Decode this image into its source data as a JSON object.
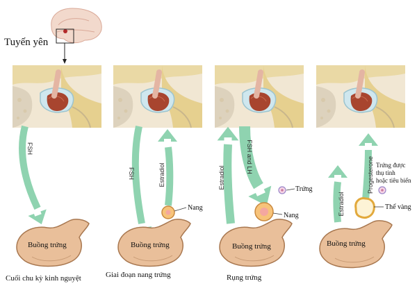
{
  "header": {
    "pituitary_label": "Tuyến yên"
  },
  "panels": [
    {
      "hormones": [
        "FSH"
      ],
      "ovary_label": "Buồng trứng",
      "caption": "Cuối chu kỳ kinh nguyệt",
      "notes": []
    },
    {
      "hormones": [
        "FSH",
        "Estradiol"
      ],
      "ovary_label": "Buồng trứng",
      "caption": "Giai đoạn nang trứng",
      "notes": [
        "Nang"
      ]
    },
    {
      "hormones": [
        "Estradiol",
        "FSH and LH"
      ],
      "ovary_label": "Buồng trứng",
      "caption": "Rụng trứng",
      "notes": [
        "Trứng",
        "Nang"
      ]
    },
    {
      "hormones": [
        "Estradiol",
        "Progesterone"
      ],
      "ovary_label": "Buồng trứng",
      "caption": "",
      "notes": [
        "Trứng được",
        "thụ tinh",
        "hoặc tiêu biến",
        "Thể vàng"
      ]
    }
  ],
  "colors": {
    "arrow": "#8fd3b0",
    "ovary": "#e9bf9a",
    "ovary_stroke": "#a8774f",
    "gland": "#a8452f",
    "bone": "#f1e7d3",
    "tissue": "#ead9a5",
    "sky": "#cfe7ee"
  }
}
